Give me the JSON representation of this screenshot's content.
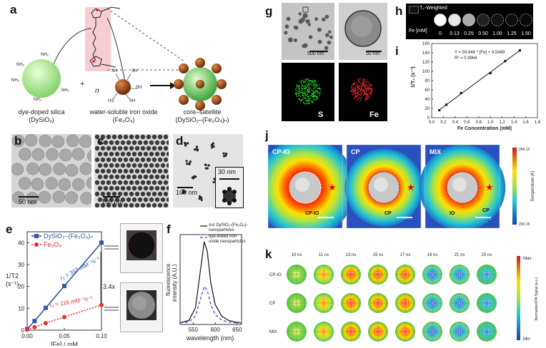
{
  "panel_letters": {
    "a": "a",
    "b": "b",
    "c": "c",
    "d": "d",
    "e": "e",
    "f": "f",
    "g": "g",
    "h": "h",
    "i": "i",
    "j": "j",
    "k": "k"
  },
  "panel_a": {
    "silica_label_1": "dye-doped silica",
    "silica_label_2": "(DySiO₂)",
    "iron_label_1": "water-soluble iron oxide",
    "iron_label_2": "(Fe₃O₄)",
    "core_label_1": "core–satellite",
    "core_label_2": "(DySiO₂–(Fe₃O₄)ₙ)",
    "plus": "+",
    "n": "n",
    "nh2": "NH₂",
    "sh": "SH",
    "hs": "HS"
  },
  "panel_b": {
    "scale": "50 nm"
  },
  "panel_c": {
    "scale": "100 nm"
  },
  "panel_d": {
    "scale": "100 nm",
    "inset_scale": "30 nm"
  },
  "panel_e": {
    "legend_1": "DySiO₂–(Fe₃O₄)ₙ",
    "legend_2": "Fe₃O₄",
    "ylabel_1": "1/T2",
    "ylabel_2": "(s⁻¹)",
    "xlabel": "[Fe] / mM",
    "annot_1": "r₂ = 397 mM⁻¹s⁻¹",
    "annot_2": "r₂ = 116 mM⁻¹s⁻¹",
    "annot_ratio": "3.4x",
    "colors": {
      "series1": "#3355aa",
      "series2": "#e03030"
    }
  },
  "panel_f": {
    "ylabel_1": "fluorescence",
    "ylabel_2": "intensity (A.U.)",
    "xlabel": "wavelength (nm)",
    "legend_1a": "our DySiO₂-(Fe₃O₄)ₙ",
    "legend_1b": "nanoparticles",
    "legend_2a": "dye-linked iron",
    "legend_2b": "oxide nanoparticles"
  },
  "panel_g": {
    "scale_1": "500 nm",
    "scale_2": "50 nm",
    "map_s": "S",
    "map_fe": "Fe"
  },
  "panel_h": {
    "title": "T₂-Weighted",
    "row_label": "Fe [mM]",
    "concentrations": [
      "0",
      "0.13",
      "0.25",
      "0.50",
      "1.00",
      "1.25",
      "1.50"
    ]
  },
  "panel_j": {
    "titles": [
      "CP-IO",
      "CP",
      "MIX"
    ],
    "callouts": [
      "CP-IO",
      "CP",
      "IO",
      "CP"
    ],
    "colorbar_label": "Temperature (K)",
    "colorbar_max": "294.12",
    "colorbar_min": "293.15"
  },
  "panel_k": {
    "times": [
      "10 ns",
      "11 ns",
      "13 ns",
      "15 ns",
      "17 ns",
      "19 ns",
      "21 ns",
      "25 ns"
    ],
    "rows": [
      "CP-IO",
      "CP",
      "MIX"
    ],
    "colorbar_label": "Normalized PA Signal (a.u.)",
    "colorbar_max": "Max",
    "colorbar_min": "Min"
  },
  "chart_data": [
    {
      "type": "line",
      "panel": "e",
      "xlabel": "[Fe] / mM",
      "ylabel": "1/T2 (s⁻¹)",
      "xlim": [
        0,
        0.1
      ],
      "ylim": [
        0,
        45
      ],
      "xticks": [
        "0.00",
        "0.05",
        "0.10"
      ],
      "yticks": [
        "0",
        "10",
        "20",
        "30",
        "40"
      ],
      "series": [
        {
          "name": "DySiO₂–(Fe₃O₄)ₙ",
          "x": [
            0,
            0.01,
            0.025,
            0.05,
            0.1
          ],
          "y": [
            0.5,
            4.2,
            10.2,
            20.2,
            40.0
          ],
          "style": "solid",
          "marker": "square"
        },
        {
          "name": "Fe₃O₄",
          "x": [
            0,
            0.01,
            0.025,
            0.05,
            0.1
          ],
          "y": [
            0.3,
            1.4,
            3.2,
            6.0,
            11.5
          ],
          "style": "dotted",
          "marker": "circle"
        }
      ]
    },
    {
      "type": "line",
      "panel": "f",
      "xlabel": "wavelength (nm)",
      "ylabel": "fluorescence intensity (A.U.)",
      "xlim": [
        520,
        660
      ],
      "xticks": [
        "550",
        "600",
        "650"
      ],
      "series": [
        {
          "name": "our DySiO₂-(Fe₃O₄)ₙ nanoparticles",
          "x": [
            520,
            540,
            555,
            565,
            575,
            582,
            590,
            600,
            615,
            630,
            645,
            660
          ],
          "y": [
            0.02,
            0.05,
            0.2,
            0.6,
            1.0,
            0.88,
            0.5,
            0.24,
            0.1,
            0.05,
            0.03,
            0.02
          ],
          "style": "solid"
        },
        {
          "name": "dye-linked iron oxide nanoparticles",
          "x": [
            520,
            540,
            555,
            565,
            575,
            582,
            590,
            600,
            615,
            630,
            645,
            660
          ],
          "y": [
            0.02,
            0.03,
            0.1,
            0.28,
            0.46,
            0.41,
            0.24,
            0.12,
            0.05,
            0.03,
            0.02,
            0.02
          ],
          "style": "dashed"
        }
      ]
    },
    {
      "type": "scatter",
      "panel": "i",
      "xlabel": "Fe Concentration (mM)",
      "ylabel": "1/T₂ (s⁻¹)",
      "xlim": [
        0,
        1.8
      ],
      "ylim": [
        0,
        160
      ],
      "xticks": [
        "0.0",
        "0.2",
        "0.4",
        "0.6",
        "0.8",
        "1.0",
        "1.2",
        "1.4",
        "1.6",
        "1.8"
      ],
      "yticks": [
        "0",
        "20",
        "40",
        "60",
        "80",
        "100",
        "120",
        "140",
        "160"
      ],
      "annotation": [
        "Y = 93.646 * [Fe] + 4.5489",
        "R² = 0.9964"
      ],
      "series": [
        {
          "name": "",
          "x": [
            0.13,
            0.25,
            0.5,
            1.0,
            1.25,
            1.5
          ],
          "y": [
            16,
            28,
            53,
            96,
            122,
            145
          ]
        }
      ]
    }
  ]
}
